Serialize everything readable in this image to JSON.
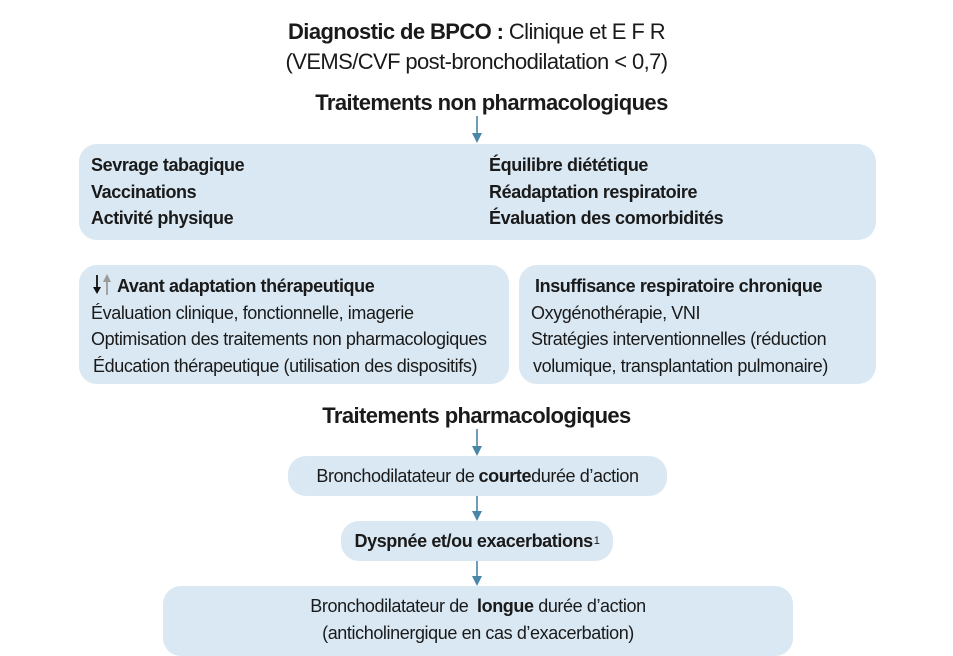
{
  "title": {
    "line1_bold": "Diagnostic de BPCO :",
    "line1_rest": " Clinique et E F R",
    "line2": "(VEMS/CVF post-bronchodilatation < 0,7)"
  },
  "non_pharma": {
    "heading": "Traitements non pharmacologiques",
    "left_items": [
      "Sevrage tabagique",
      "Vaccinations",
      "Activité physique"
    ],
    "right_items": [
      "Équilibre diététique",
      "Réadaptation respiratoire",
      "Évaluation des comorbidités"
    ]
  },
  "adaptation": {
    "arrows_glyph": "↓↑",
    "heading": "Avant adaptation thérapeutique",
    "lines": [
      "Évaluation clinique, fonctionnelle, imagerie",
      "Optimisation des traitements non pharmacologiques",
      "Éducation thérapeutique (utilisation des dispositifs)"
    ]
  },
  "chronic": {
    "heading": "Insuffisance respiratoire chronique",
    "lines": [
      "Oxygénothérapie, VNI",
      "Stratégies interventionnelles (réduction",
      "volumique, transplantation pulmonaire)"
    ]
  },
  "pharma": {
    "heading": "Traitements pharmacologiques",
    "short_box": {
      "pre": "Bronchodilatateur de ",
      "bold": "courte",
      "post": " durée d’action"
    },
    "dyspnea": {
      "text": "Dyspnée et/ou exacerbations",
      "sup": "1"
    },
    "long_box": {
      "pre": "Bronchodilatateur de ",
      "bold": "longue",
      "post": " durée d’action",
      "line2": "(anticholinergique en cas d’exacerbation)"
    }
  },
  "colors": {
    "box": "#d9e8f3",
    "arrow": "#4a86a8",
    "text": "#1a1a1a"
  }
}
